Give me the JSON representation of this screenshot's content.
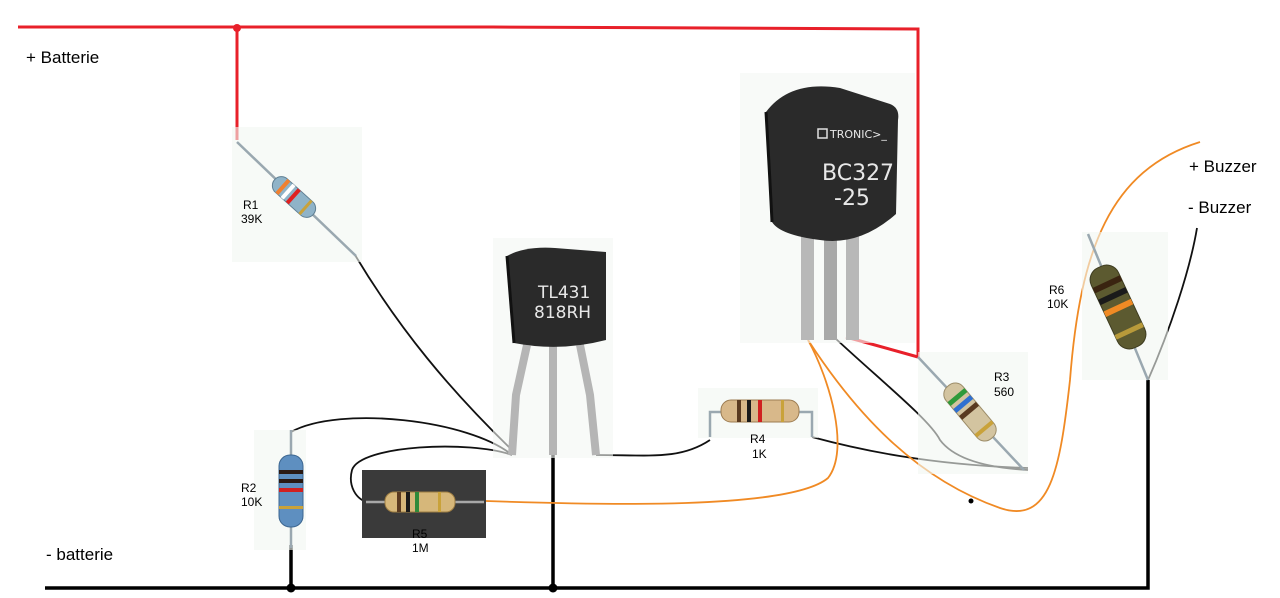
{
  "terminals": {
    "bat_plus": "+ Batterie",
    "bat_minus": "- batterie",
    "buzzer_plus": "+ Buzzer",
    "buzzer_minus": "- Buzzer"
  },
  "resistors": {
    "r1": {
      "name": "R1",
      "value": "39K"
    },
    "r2": {
      "name": "R2",
      "value": "10K"
    },
    "r3": {
      "name": "R3",
      "value": "560"
    },
    "r4": {
      "name": "R4",
      "value": "1K"
    },
    "r5": {
      "name": "R5",
      "value": "1M"
    },
    "r6": {
      "name": "R6",
      "value": "10K"
    }
  },
  "tl431": {
    "line1": "TL431",
    "line2": "818RH"
  },
  "bc327": {
    "brand": "TRONIC>_",
    "line1": "BC327",
    "line2": "-25"
  },
  "colors": {
    "positive_wire": "#e8202a",
    "signal_wire": "#f08a24",
    "ground_wire": "#000000",
    "transistor_body": "#2a2a2a"
  }
}
